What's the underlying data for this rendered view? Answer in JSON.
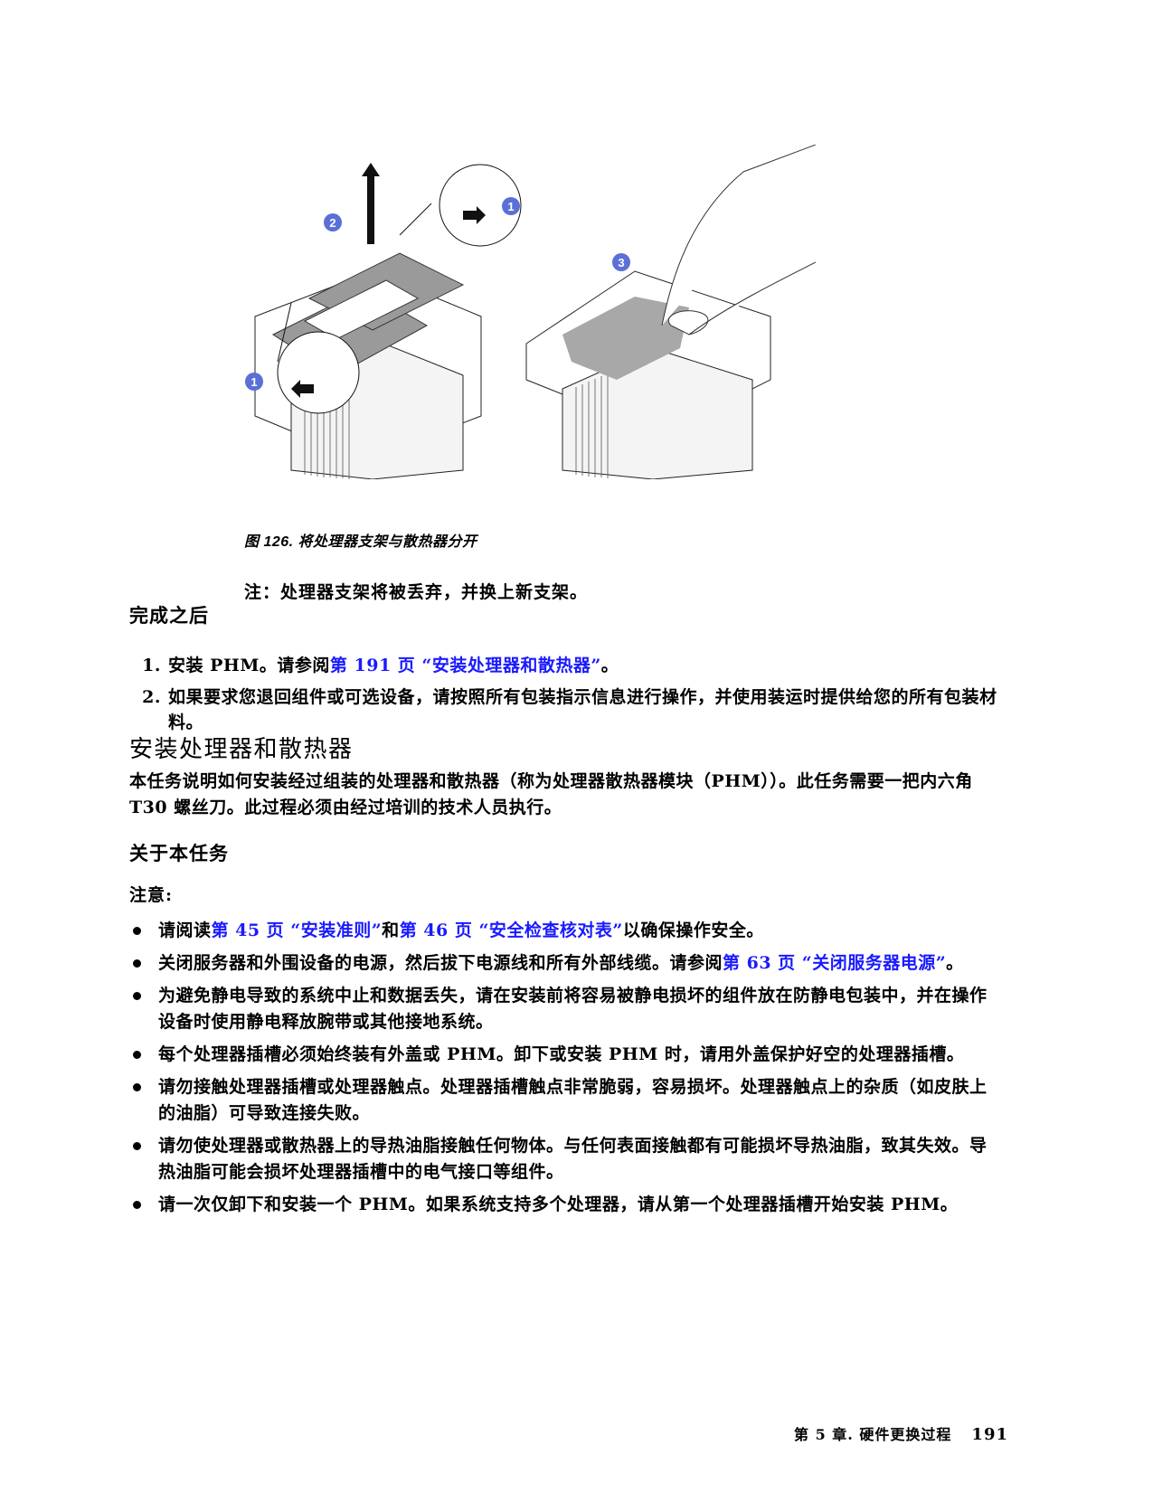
{
  "figure": {
    "callouts": [
      "1",
      "2",
      "1",
      "3"
    ],
    "callout_color": "#5b6fd6",
    "caption": "图 126. 将处理器支架与散热器分开"
  },
  "figure_note": "注：处理器支架将被丢弃，并换上新支架。",
  "after_section": {
    "heading": "完成之后",
    "steps": [
      {
        "num": "1.",
        "pre": "安装 PHM。请参阅",
        "link": "第 191 页 “安装处理器和散热器”",
        "post": "。"
      },
      {
        "num": "2.",
        "pre": "如果要求您退回组件或可选设备，请按照所有包装指示信息进行操作，并使用装运时提供给您的所有包装材料。",
        "link": "",
        "post": ""
      }
    ]
  },
  "install_section": {
    "title": "安装处理器和散热器",
    "intro": "本任务说明如何安装经过组装的处理器和散热器（称为处理器散热器模块（PHM））。此任务需要一把内六角 T30 螺丝刀。此过程必须由经过培训的技术人员执行。",
    "about_heading": "关于本任务",
    "attention_label": "注意:",
    "bullets": [
      {
        "pre": "请阅读",
        "link1": "第 45 页 “安装准则”",
        "mid": "和",
        "link2": "第 46 页 “安全检查核对表”",
        "post": "以确保操作安全。"
      },
      {
        "pre": "关闭服务器和外围设备的电源，然后拔下电源线和所有外部线缆。请参阅",
        "link1": "第 63 页 “关闭服务器电源”",
        "mid": "",
        "link2": "",
        "post": "。"
      },
      {
        "pre": "为避免静电导致的系统中止和数据丢失，请在安装前将容易被静电损坏的组件放在防静电包装中，并在操作设备时使用静电释放腕带或其他接地系统。",
        "link1": "",
        "mid": "",
        "link2": "",
        "post": ""
      },
      {
        "pre": "每个处理器插槽必须始终装有外盖或 PHM。卸下或安装 PHM 时，请用外盖保护好空的处理器插槽。",
        "link1": "",
        "mid": "",
        "link2": "",
        "post": ""
      },
      {
        "pre": "请勿接触处理器插槽或处理器触点。处理器插槽触点非常脆弱，容易损坏。处理器触点上的杂质（如皮肤上的油脂）可导致连接失败。",
        "link1": "",
        "mid": "",
        "link2": "",
        "post": ""
      },
      {
        "pre": "请勿使处理器或散热器上的导热油脂接触任何物体。与任何表面接触都有可能损坏导热油脂，致其失效。导热油脂可能会损坏处理器插槽中的电气接口等组件。",
        "link1": "",
        "mid": "",
        "link2": "",
        "post": ""
      },
      {
        "pre": "请一次仅卸下和安装一个 PHM。如果系统支持多个处理器，请从第一个处理器插槽开始安装 PHM。",
        "link1": "",
        "mid": "",
        "link2": "",
        "post": ""
      }
    ]
  },
  "footer": {
    "chapter": "第 5 章. 硬件更换过程",
    "page_number": "191"
  },
  "colors": {
    "link": "#1a1aff",
    "text": "#000000"
  }
}
